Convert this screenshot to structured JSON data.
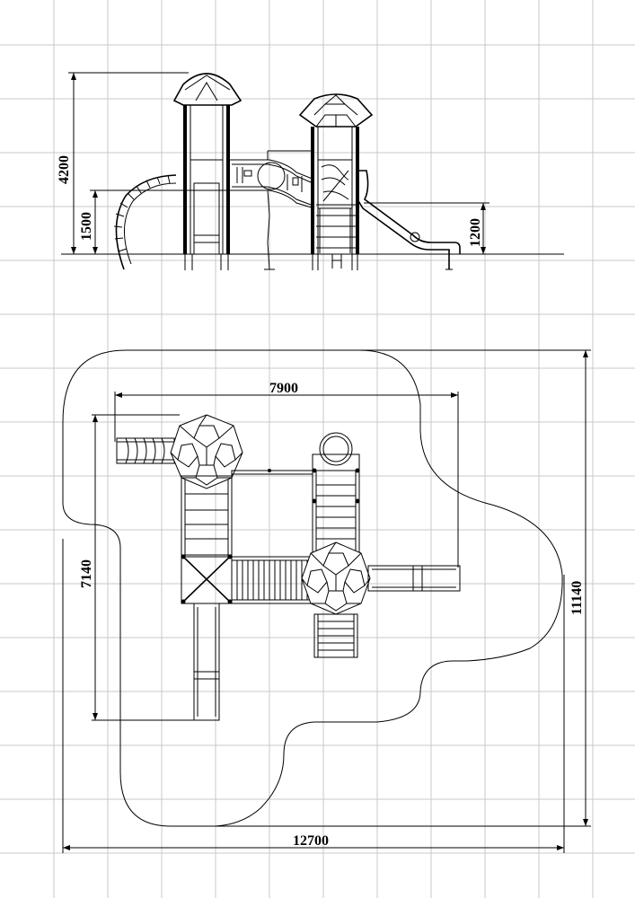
{
  "drawing": {
    "elevation_dims": {
      "height_total": "4200",
      "platform_left": "1500",
      "platform_right": "1200"
    },
    "plan_dims": {
      "width_inner": "7900",
      "depth_left": "7140",
      "width_total": "12700",
      "depth_total": "11140"
    }
  }
}
